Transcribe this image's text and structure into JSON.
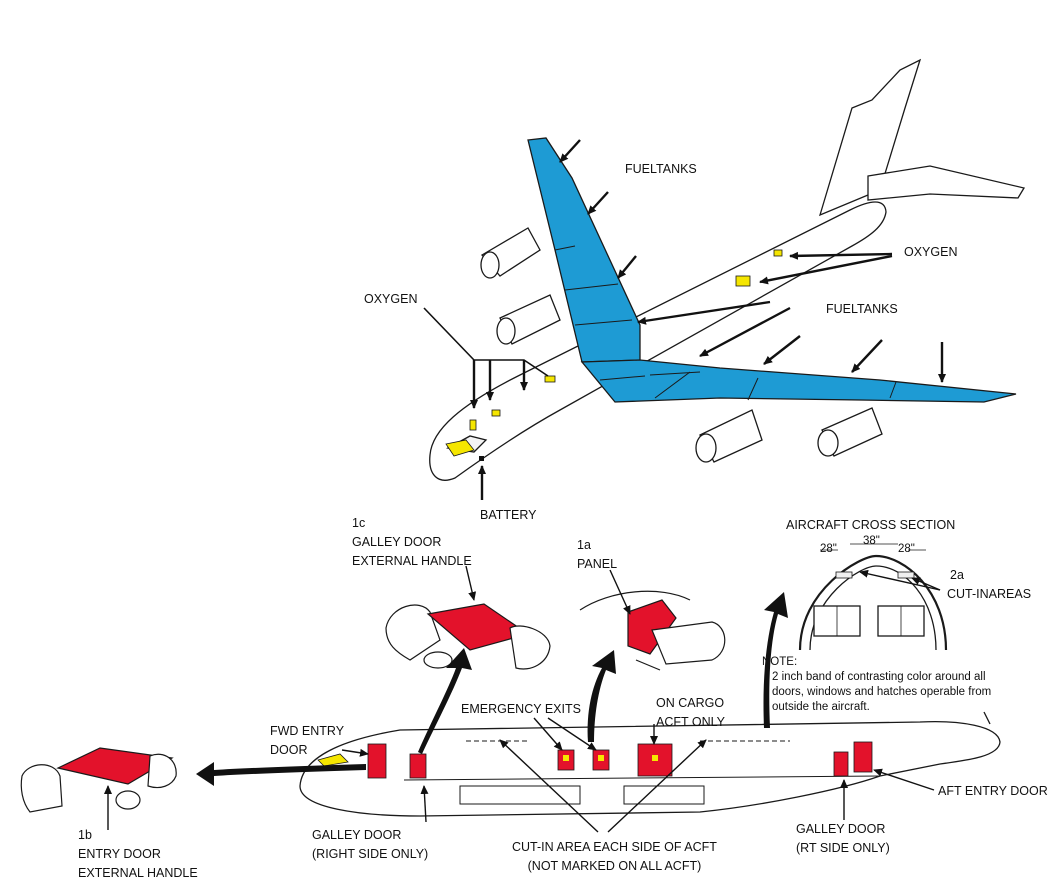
{
  "labels": {
    "fuel_tanks_top": "FUELTANKS",
    "fuel_tanks_right": "FUELTANKS",
    "oxygen_right": "OXYGEN",
    "oxygen_left": "OXYGEN",
    "battery": "BATTERY",
    "galley_ext_handle": [
      "1c",
      "GALLEY DOOR",
      "EXTERNAL HANDLE"
    ],
    "panel": [
      "1a",
      "PANEL"
    ],
    "cross_section_title": "AIRCRAFT CROSS SECTION",
    "dim_28_left": "28\"",
    "dim_38": "38\"",
    "dim_28_right": "28\"",
    "cut_in_areas": [
      "2a",
      "CUT-INAREAS"
    ],
    "note": [
      "NOTE:",
      "2 inch band of contrasting color around all",
      "doors, windows and hatches operable from",
      "outside the aircraft."
    ],
    "fwd_entry_door": [
      "FWD ENTRY",
      "DOOR"
    ],
    "emergency_exits": "EMERGENCY EXITS",
    "on_cargo": [
      "ON CARGO",
      "ACFT ONLY"
    ],
    "entry_ext_handle": [
      "1b",
      "ENTRY DOOR",
      "EXTERNAL HANDLE"
    ],
    "galley_door_right": [
      "GALLEY DOOR",
      "(RIGHT SIDE ONLY)"
    ],
    "cut_in_each_side": [
      "CUT-IN AREA EACH SIDE OF ACFT",
      "(NOT MARKED ON ALL ACFT)"
    ],
    "galley_door_rt": [
      "GALLEY DOOR",
      "(RT SIDE ONLY)"
    ],
    "aft_entry_door": "AFT ENTRY DOOR"
  },
  "colors": {
    "fuel_tank": "#1e9bd4",
    "oxygen": "#f5e600",
    "door_marking": "#e3122b",
    "outline": "#1a1a1a"
  }
}
